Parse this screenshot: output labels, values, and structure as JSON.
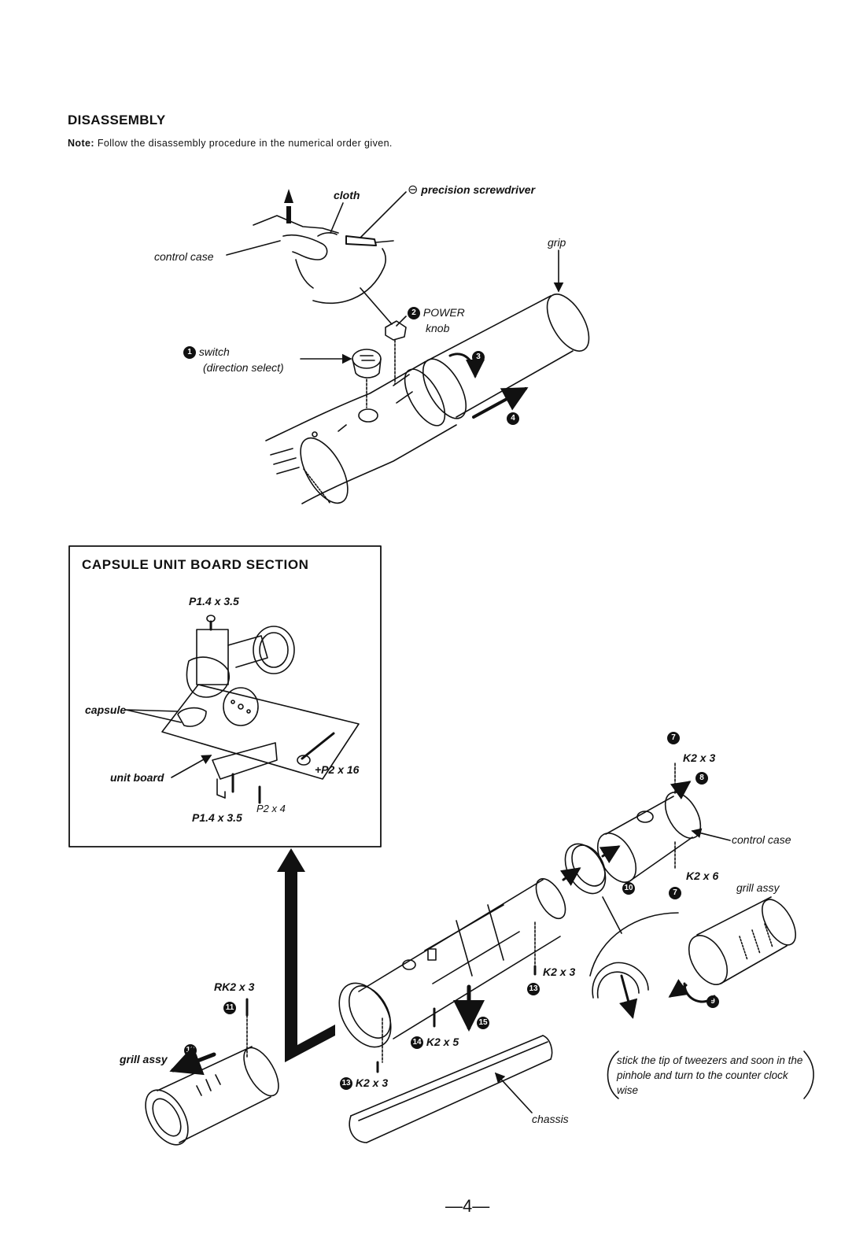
{
  "heading": "DISASSEMBLY",
  "note": {
    "label": "Note:",
    "text": "Follow the disassembly procedure in the numerical order given."
  },
  "top_diagram": {
    "cloth": "cloth",
    "precision_screwdriver": "precision screwdriver",
    "control_case": "control case",
    "grip": "grip",
    "power_knob_line1": "POWER",
    "power_knob_line2": "knob",
    "switch_line1": "switch",
    "switch_line2": "(direction select)"
  },
  "capsule_section": {
    "title": "CAPSULE UNIT BOARD SECTION",
    "screw_top": "P1.4 x 3.5",
    "capsule": "capsule",
    "unit_board": "unit board",
    "screw_p2x16": "+P2 x 16",
    "screw_bottom": "P1.4 x 3.5",
    "screw_p2x4": "P2 x 4"
  },
  "bottom_diagram": {
    "k2x3_top": "K2 x 3",
    "control_case": "control case",
    "k2x6": "K2 x 6",
    "grill_assy_right": "grill assy",
    "k2x3_mid": "K2 x 3",
    "rk2x3": "RK2 x 3",
    "grill_assy_left": "grill assy",
    "k2x5": "K2 x 5",
    "k2x3_bottom": "K2 x 3",
    "chassis": "chassis",
    "tip": "stick the tip of tweezers and soon in the pinhole and turn to the counter clock wise"
  },
  "steps": [
    "1",
    "2",
    "3",
    "4",
    "7",
    "8",
    "7",
    "9",
    "10",
    "11",
    "12",
    "13",
    "13",
    "14",
    "15"
  ],
  "page_number": "—4—"
}
